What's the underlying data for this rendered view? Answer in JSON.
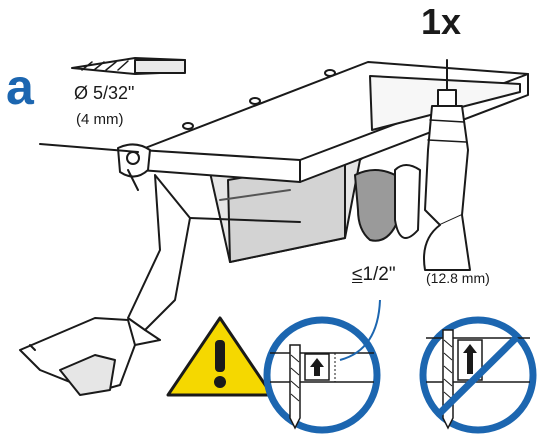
{
  "step": {
    "letter": "a",
    "count": "1x"
  },
  "drill_bit": {
    "size_imperial": "Ø 5/32\"",
    "size_metric": "(4 mm)"
  },
  "depth_limit": {
    "symbol": "≤",
    "value": "1/2\"",
    "metric": "(12.8 mm)"
  },
  "colors": {
    "accent": "#1c66b0",
    "warning_yellow": "#f5d800",
    "ink": "#1a1a1a"
  },
  "icons": [
    "drill-bit-icon",
    "warning-icon",
    "correct-depth-circle",
    "prohibited-depth-circle"
  ]
}
